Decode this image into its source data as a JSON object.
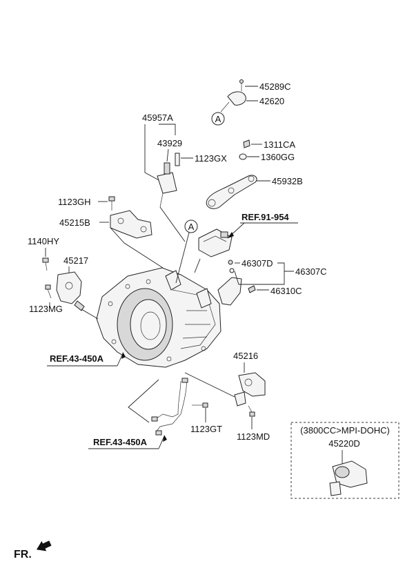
{
  "labels": {
    "p45289C": "45289C",
    "p42620": "42620",
    "p45957A": "45957A",
    "p43929": "43929",
    "p1123GX": "1123GX",
    "p1311CA": "1311CA",
    "p1360GG": "1360GG",
    "p45932B": "45932B",
    "p1123GH": "1123GH",
    "p45215B": "45215B",
    "p1140HY": "1140HY",
    "p45217": "45217",
    "p1123MG": "1123MG",
    "p46307D": "46307D",
    "p46307C": "46307C",
    "p46310C": "46310C",
    "p45216": "45216",
    "p1123GT": "1123GT",
    "p1123MD": "1123MD",
    "p45220D": "45220D"
  },
  "refs": {
    "ref91954": "REF.91-954",
    "ref43450a_top": "REF.43-450A",
    "ref43450a_bottom": "REF.43-450A"
  },
  "callouts": {
    "a_top": "A",
    "a_mid": "A"
  },
  "variant_box": {
    "title": "(3800CC>MPI-DOHC)"
  },
  "direction": {
    "front": "FR."
  }
}
